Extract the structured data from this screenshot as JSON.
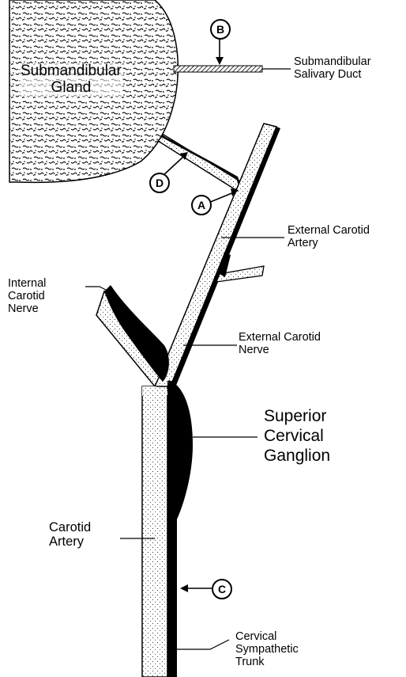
{
  "labels": {
    "gland": [
      "Submandibular",
      "Gland"
    ],
    "duct": [
      "Submandibular",
      "Salivary Duct"
    ],
    "ext_artery": [
      "External Carotid",
      "Artery"
    ],
    "int_nerve": [
      "Internal",
      "Carotid",
      "Nerve"
    ],
    "ext_nerve": [
      "External Carotid",
      "Nerve"
    ],
    "ganglion": [
      "Superior",
      "Cervical",
      "Ganglion"
    ],
    "carotid": [
      "Carotid",
      "Artery"
    ],
    "trunk": [
      "Cervical",
      "Sympathetic",
      "Trunk"
    ]
  },
  "markers": {
    "a": "A",
    "b": "B",
    "c": "C",
    "d": "D"
  }
}
